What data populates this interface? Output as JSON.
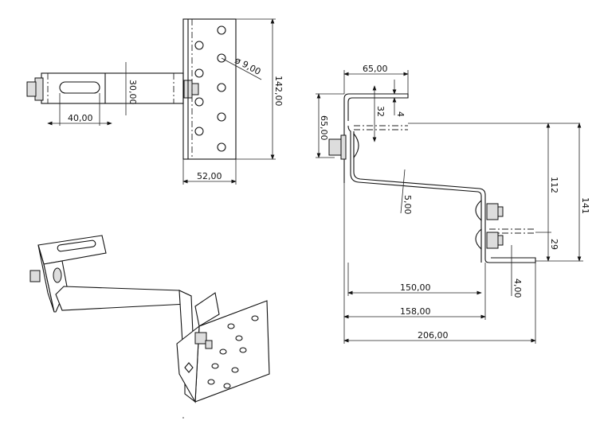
{
  "top_view": {
    "dims": {
      "rod_height": "30,00",
      "slot_length": "40,00",
      "hole_diameter": "ø 9,00",
      "plate_height": "142,00",
      "plate_width": "52,00"
    }
  },
  "side_view": {
    "dims": {
      "flange_width": "65,00",
      "hook_height": "65,00",
      "gap": "32",
      "flange_thickness": "4",
      "plate_thickness": "5,00",
      "inner_length": "150,00",
      "outer_length": "158,00",
      "total_length": "206,00",
      "height_112": "112",
      "height_141": "141",
      "lower_gap": "29",
      "lower_thickness": "4,00"
    }
  },
  "colors": {
    "line": "#111111",
    "background": "#ffffff"
  }
}
